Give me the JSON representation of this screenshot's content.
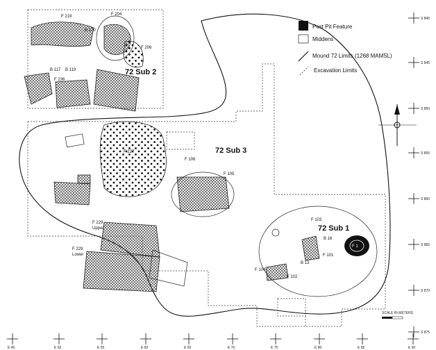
{
  "legend": {
    "post_pit": "Post Pit Feature",
    "middens": "Middens",
    "mound_limits": "Mound 72 Limits (1268 MAMSL)",
    "excavation_limits": "Excavation Limits"
  },
  "areas": {
    "sub1": "72 Sub 1",
    "sub2": "72 Sub 2",
    "sub3": "72 Sub 3"
  },
  "features": {
    "f219": "F 219",
    "f204": "F 204",
    "f206": "F 206",
    "f236": "F 236",
    "f227": "F 227",
    "f106": "F 106",
    "f105": "F 105",
    "f229u": "F 229",
    "upper": "Upper",
    "f229l": "F 229",
    "lower": "Lower",
    "f103": "F 103",
    "f1": "F 1",
    "f101": "F 101",
    "f104": "F 104",
    "f102": "F 102",
    "b16": "B 16",
    "b13": "B 13",
    "b170": "B 170",
    "b117": "B 117",
    "b119": "B 119"
  },
  "axes": {
    "bottom": [
      "E 45",
      "E 50",
      "E 55",
      "E 60",
      "E 65",
      "E 70",
      "E 75",
      "E 80",
      "E 85",
      "E 90"
    ],
    "right": [
      "S 840",
      "S 845",
      "S 850",
      "S 855",
      "S 860",
      "S 865",
      "S 870",
      "S 875"
    ]
  },
  "scale": "SCALE IN METERS"
}
